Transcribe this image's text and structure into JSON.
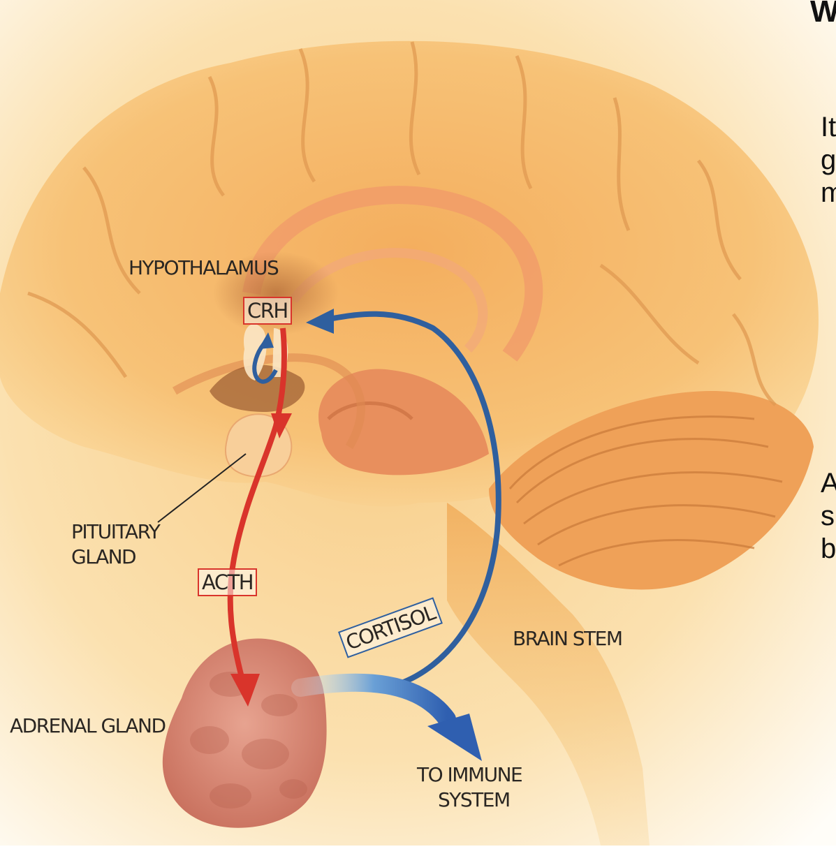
{
  "labels": {
    "hypothalamus": "HYPOTHALAMUS",
    "crh": "CRH",
    "pituitary_line1": "PITUITARY",
    "pituitary_line2": "GLAND",
    "acth": "ACTH",
    "cortisol": "CORTISOL",
    "brain_stem": "BRAIN STEM",
    "adrenal_gland": "ADRENAL GLAND",
    "immune_line1": "TO IMMUNE",
    "immune_line2": "SYSTEM"
  },
  "side_text": {
    "title_fragment": "W",
    "para1": [
      "It",
      "g",
      "m"
    ],
    "para2": [
      "A",
      "s",
      "b"
    ]
  },
  "colors": {
    "acth_pathway": "#d9342b",
    "cortisol_pathway": "#2f5f9e",
    "brain": "#f5b868",
    "adrenal": "#d98a78"
  }
}
